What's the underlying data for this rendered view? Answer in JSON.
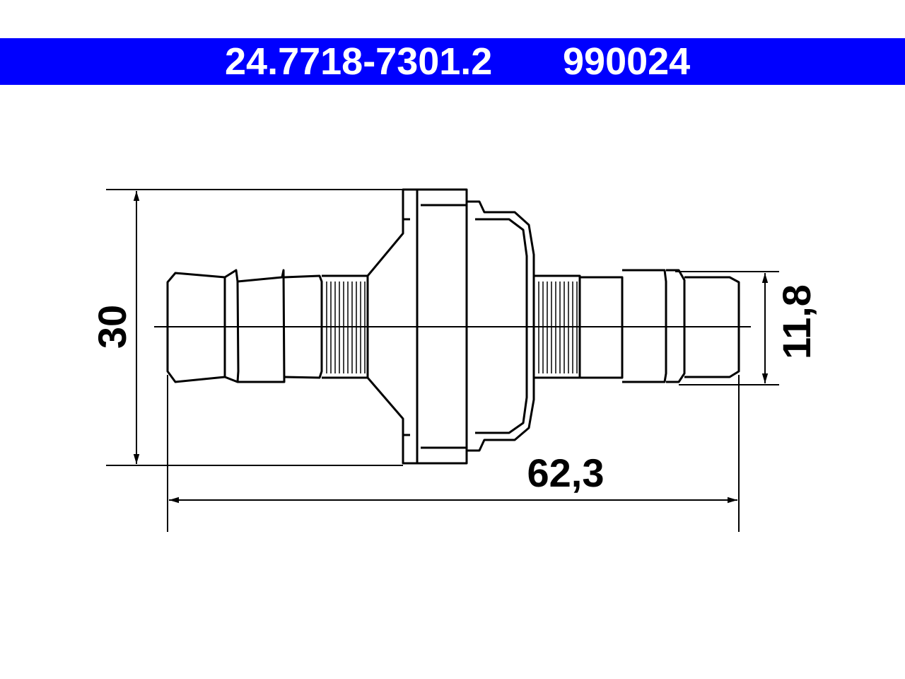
{
  "header": {
    "part_number": "24.7718-7301.2",
    "catalog_number": "990024",
    "background_color": "#0000ff",
    "text_color": "#ffffff"
  },
  "dimensions": {
    "height_label": "30",
    "outlet_diameter_label": "11,8",
    "length_label": "62,3"
  }
}
